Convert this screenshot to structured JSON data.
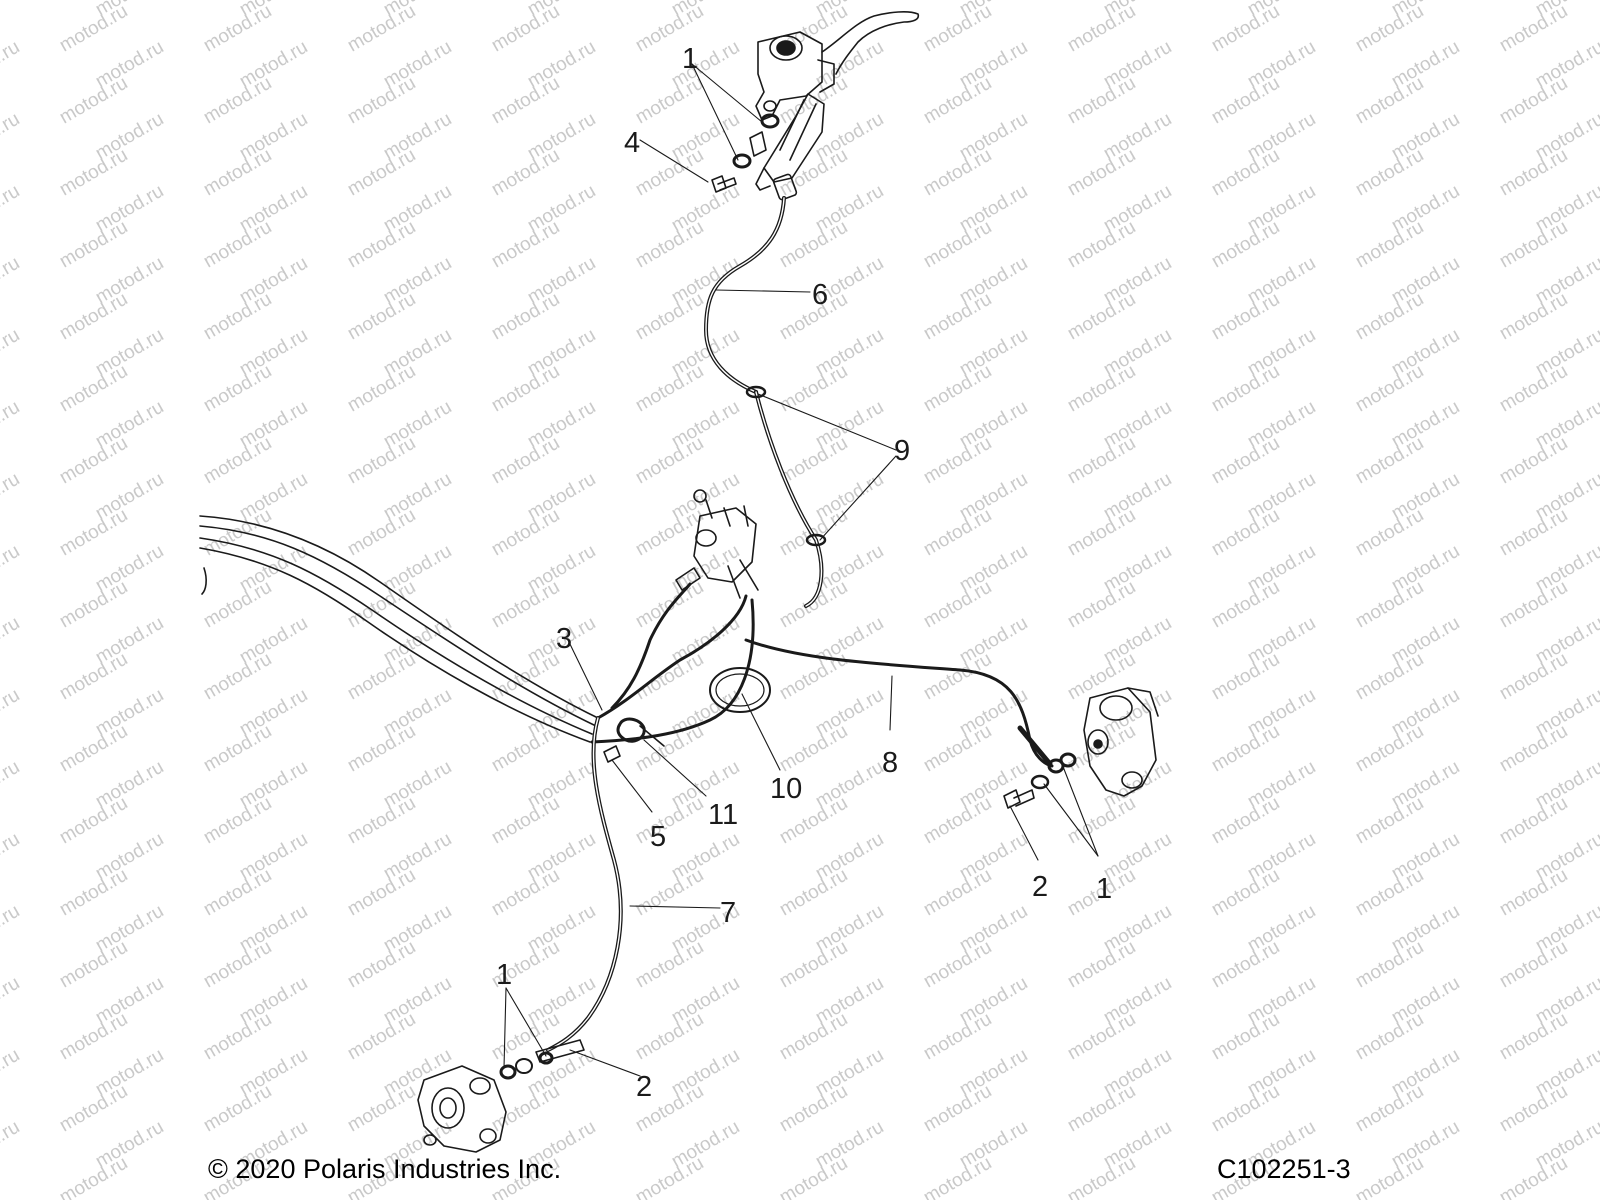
{
  "watermark": {
    "text": "motod.ru",
    "color": "#c9c9c9"
  },
  "callouts": [
    {
      "id": "c1-top",
      "label": "1"
    },
    {
      "id": "c4",
      "label": "4"
    },
    {
      "id": "c6",
      "label": "6"
    },
    {
      "id": "c9",
      "label": "9"
    },
    {
      "id": "c3",
      "label": "3"
    },
    {
      "id": "c8",
      "label": "8"
    },
    {
      "id": "c10",
      "label": "10"
    },
    {
      "id": "c11",
      "label": "11"
    },
    {
      "id": "c5",
      "label": "5"
    },
    {
      "id": "c2-right",
      "label": "2"
    },
    {
      "id": "c1-right",
      "label": "1"
    },
    {
      "id": "c7",
      "label": "7"
    },
    {
      "id": "c1-left",
      "label": "1"
    },
    {
      "id": "c2-left",
      "label": "2"
    }
  ],
  "footer": {
    "copyright": "© 2020 Polaris Industries Inc.",
    "figure_id": "C102251-3"
  }
}
